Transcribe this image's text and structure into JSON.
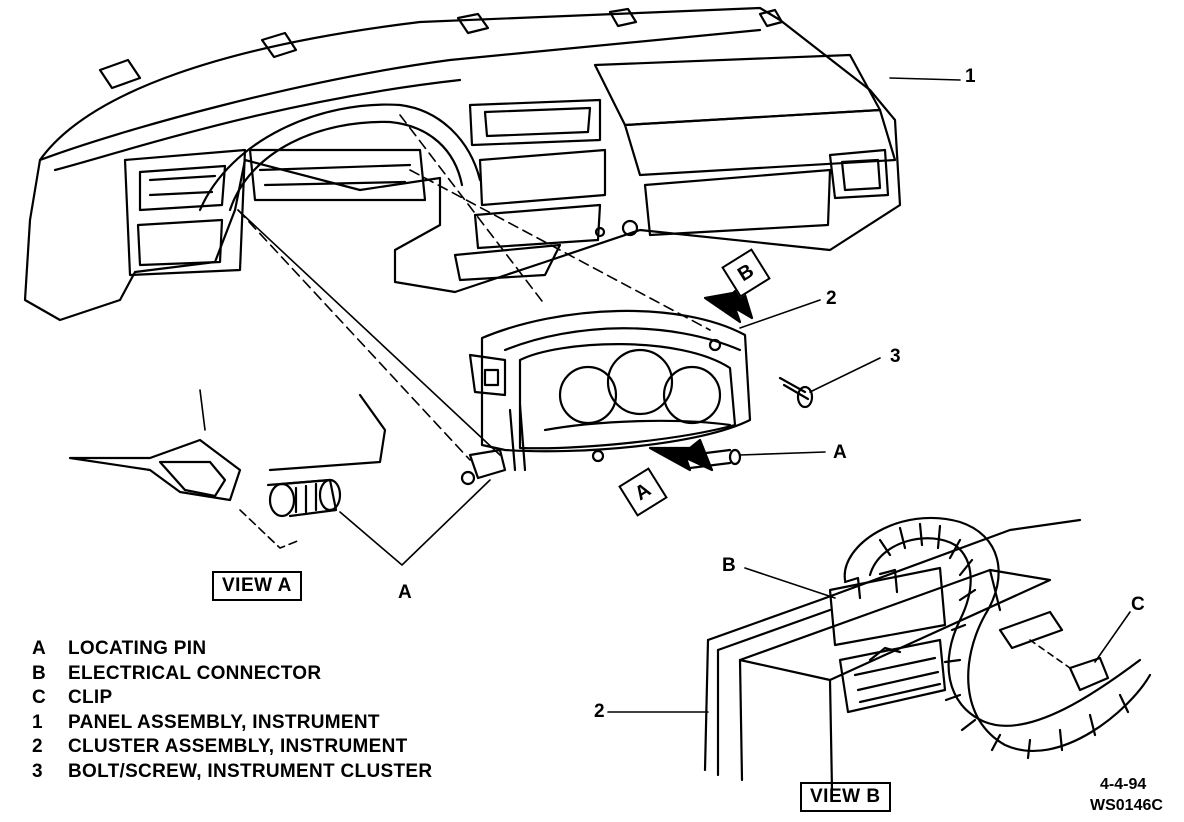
{
  "callouts": {
    "c1": "1",
    "c2_cluster": "2",
    "c3": "3",
    "a_pin": "A",
    "a_view": "A",
    "b_view": "B",
    "c_clip": "C",
    "c2_viewb": "2"
  },
  "arrow_tags": {
    "a": "A",
    "b": "B"
  },
  "view_labels": {
    "view_a": "VIEW A",
    "view_b": "VIEW B"
  },
  "legend": [
    {
      "key": "A",
      "text": "LOCATING PIN"
    },
    {
      "key": "B",
      "text": "ELECTRICAL CONNECTOR"
    },
    {
      "key": "C",
      "text": "CLIP"
    },
    {
      "key": "1",
      "text": "PANEL ASSEMBLY, INSTRUMENT"
    },
    {
      "key": "2",
      "text": "CLUSTER ASSEMBLY, INSTRUMENT"
    },
    {
      "key": "3",
      "text": "BOLT/SCREW, INSTRUMENT CLUSTER"
    }
  ],
  "footer": {
    "date": "4-4-94",
    "code": "WS0146C"
  }
}
